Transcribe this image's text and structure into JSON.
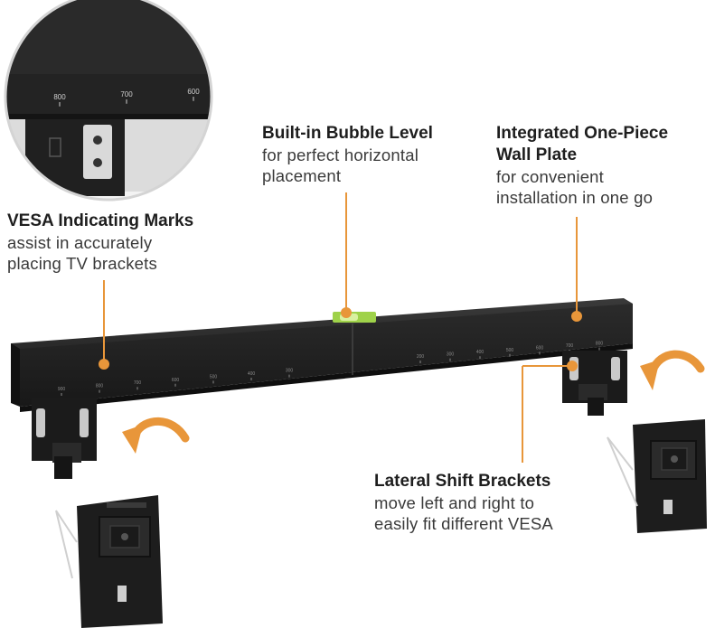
{
  "accent_color": "#e8963a",
  "plate_color": "#1f1f1f",
  "callouts": {
    "vesa_marks": {
      "heading": "VESA Indicating Marks",
      "line1": "assist in accurately",
      "line2": "placing TV brackets"
    },
    "bubble_level": {
      "heading": "Built-in Bubble Level",
      "line1": "for perfect horizontal",
      "line2": "placement"
    },
    "wall_plate": {
      "heading1": "Integrated One-Piece",
      "heading2": "Wall Plate",
      "line1": "for convenient",
      "line2": "installation in one go"
    },
    "shift_brackets": {
      "heading": "Lateral Shift Brackets",
      "line1": "move left and right to",
      "line2": "easily fit different VESA"
    }
  },
  "zoom_marks": [
    "800",
    "700",
    "600"
  ],
  "plate_marks_left": [
    "900",
    "800",
    "700",
    "600",
    "500",
    "400",
    "300"
  ],
  "plate_marks_right": [
    "200",
    "300",
    "400",
    "500",
    "600",
    "700",
    "800"
  ],
  "icons": [
    "rotate-arrow-icon",
    "rotate-arrow-icon"
  ]
}
